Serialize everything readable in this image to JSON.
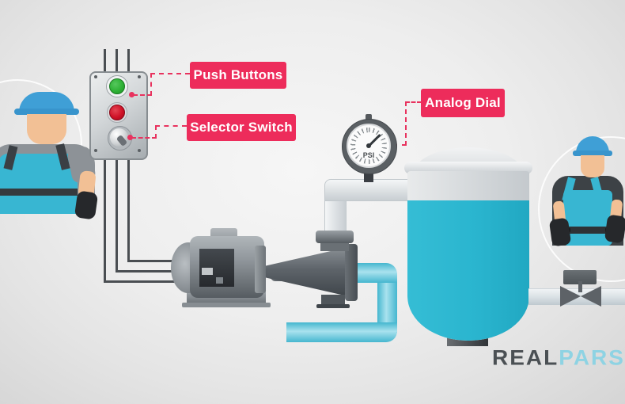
{
  "diagram": {
    "annotations": {
      "push_buttons": "Push Buttons",
      "selector_switch": "Selector Switch",
      "analog_dial": "Analog Dial"
    },
    "gauge": {
      "unit_label": "PSI"
    },
    "logo": {
      "part1": "REAL",
      "part2": "PARS"
    },
    "colors": {
      "annotation_pink": "#ED2C5B",
      "connector_dash_pink": "#E8325E",
      "tank_liquid_cyan": "#2AB5CF",
      "pipe_cyan": "#5EC5DA",
      "button_green": "#2EB135",
      "button_red": "#CF1126",
      "hard_hat_blue": "#3F9FD6",
      "worker_overalls_cyan": "#38B6D2",
      "logo_dark": "#4B5054",
      "logo_blue": "#8ED3E3"
    }
  }
}
